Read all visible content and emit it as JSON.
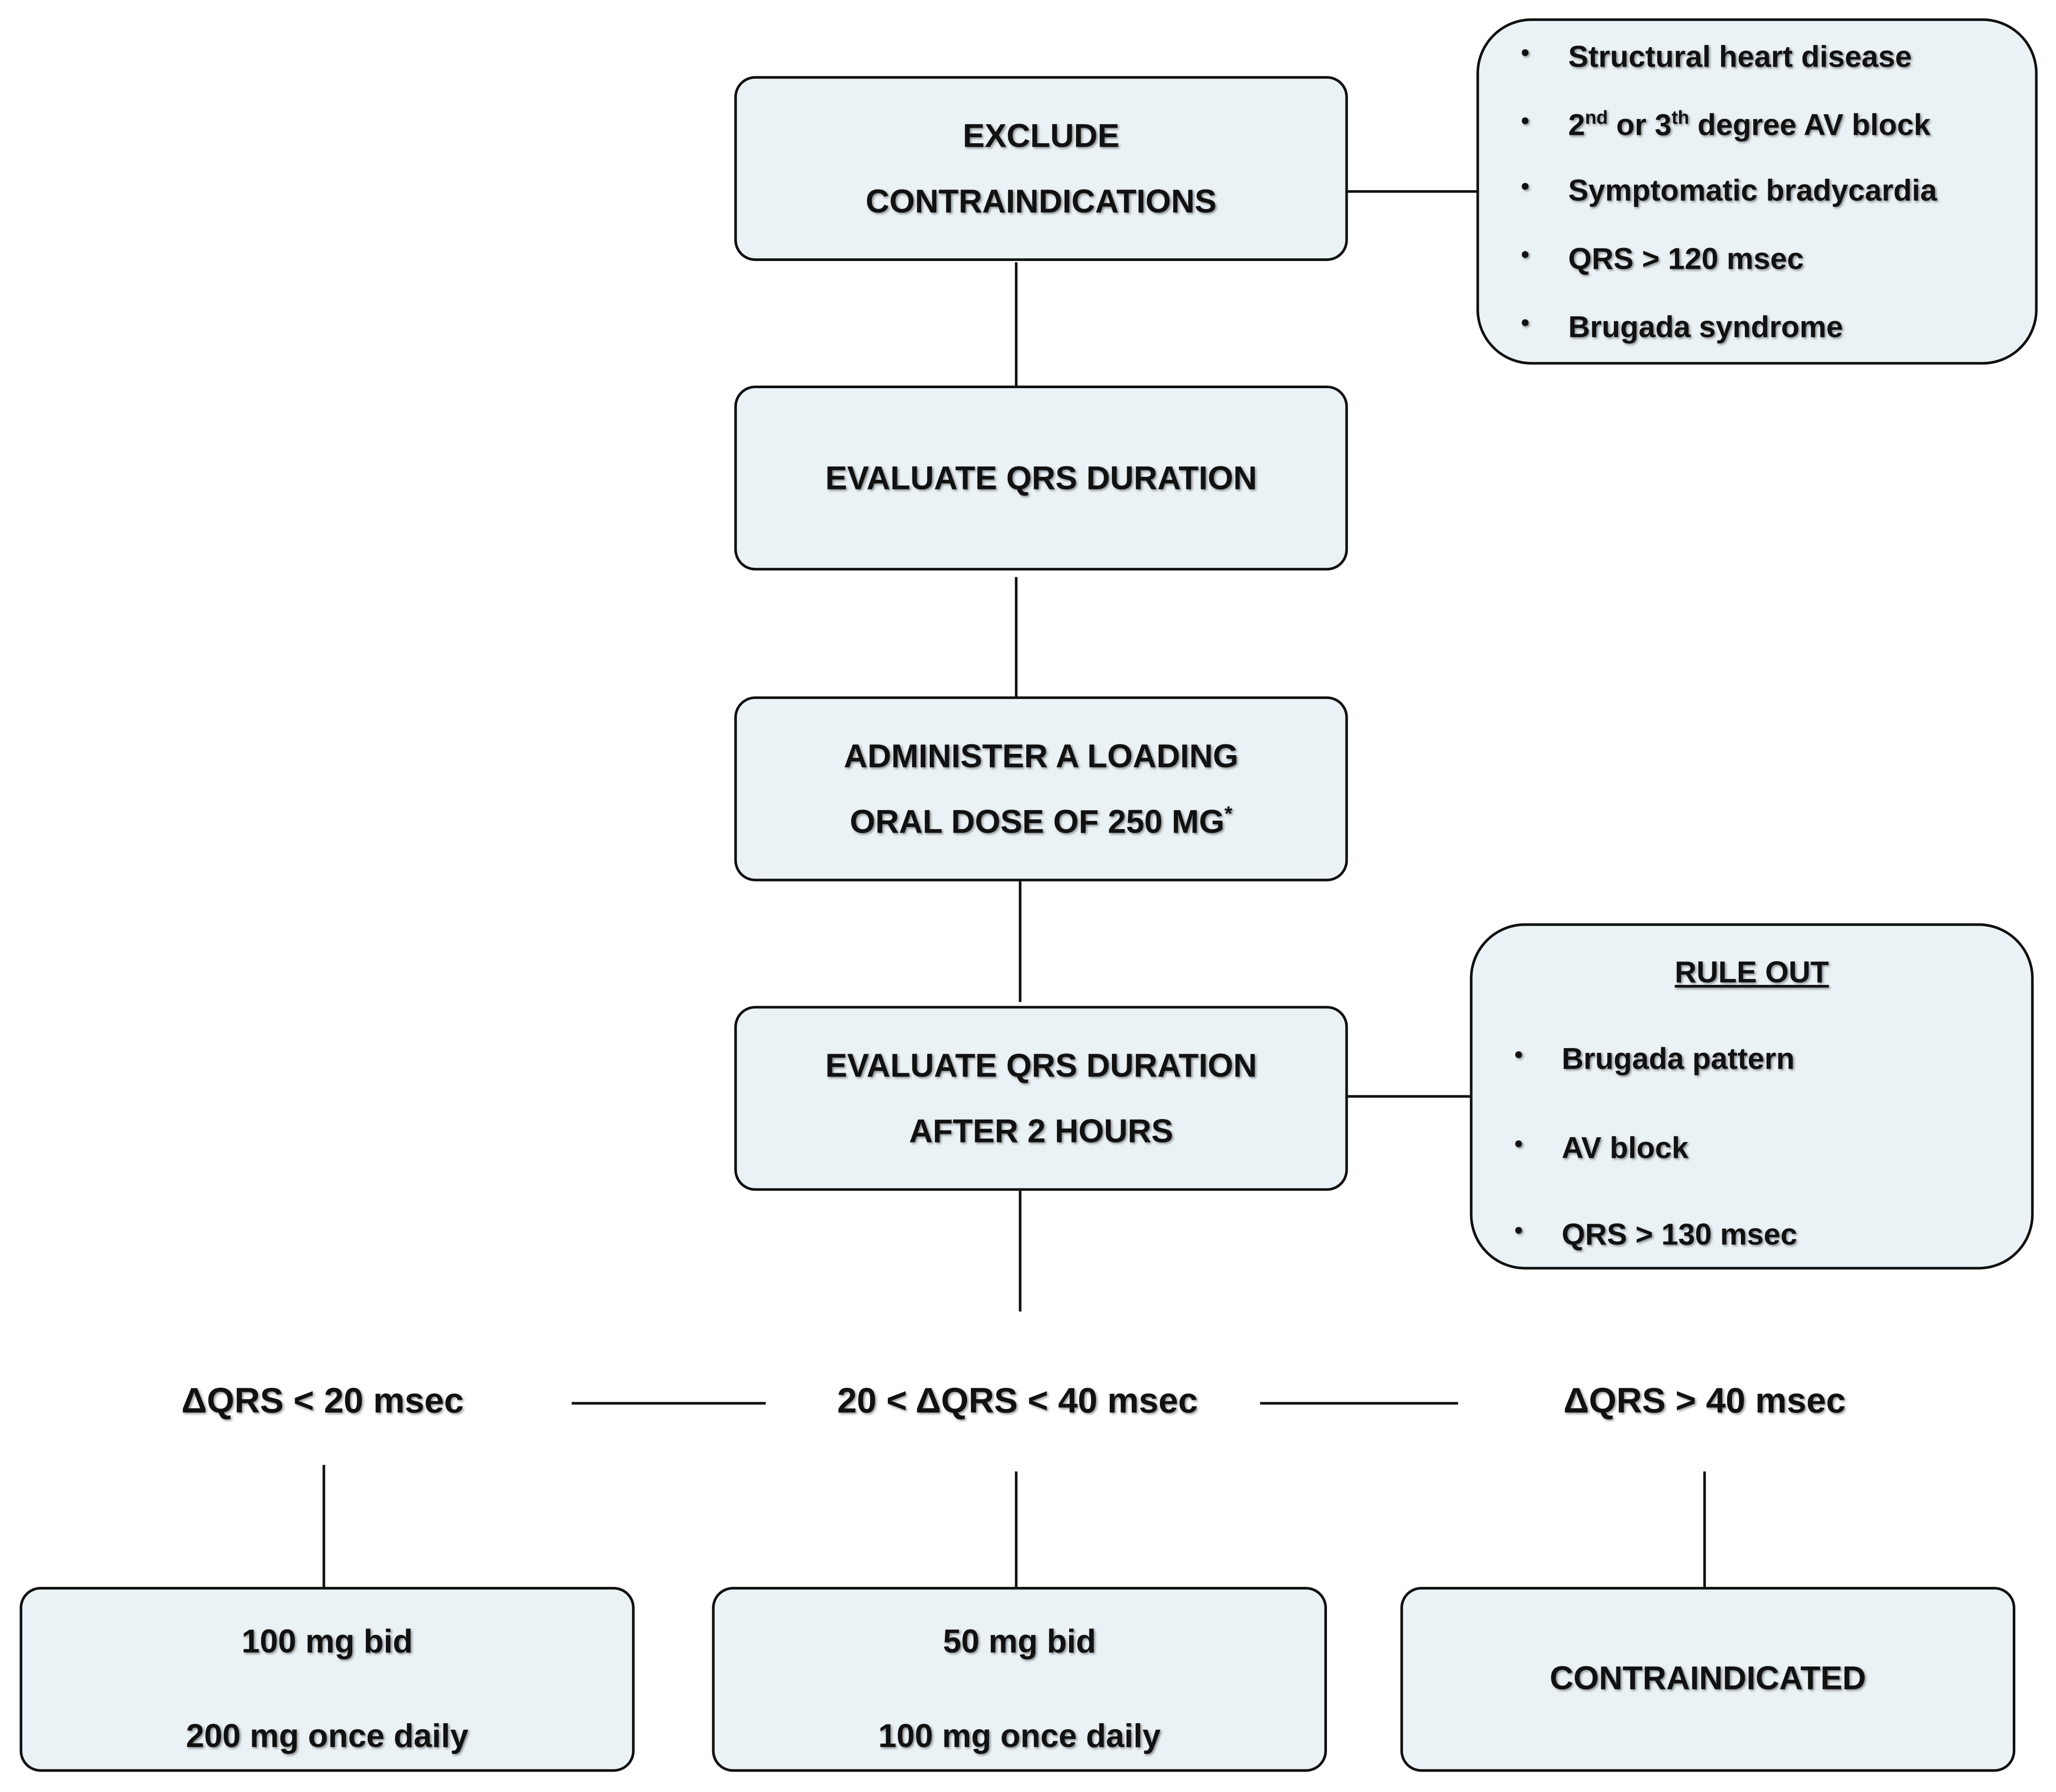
{
  "steps": {
    "exclude_line1": "EXCLUDE",
    "exclude_line2": "CONTRAINDICATIONS",
    "evaluate_qrs": "EVALUATE QRS DURATION",
    "loading_line1": "ADMINISTER A LOADING",
    "loading_line2": "ORAL DOSE OF 250 MG",
    "loading_mark": "*",
    "evaluate2_line1": "EVALUATE QRS DURATION",
    "evaluate2_line2": "AFTER 2 HOURS"
  },
  "contraindications": {
    "item1": "Structural heart disease",
    "item2_a": "2",
    "item2_sup1": "nd",
    "item2_b": " or 3",
    "item2_sup2": "th",
    "item2_c": " degree AV block",
    "item3": "Symptomatic bradycardia",
    "item4": "QRS > 120 msec",
    "item5": "Brugada  syndrome"
  },
  "rule_out": {
    "title": "RULE  OUT",
    "items": [
      "Brugada  pattern",
      "AV block",
      "QRS > 130 msec"
    ]
  },
  "branches": {
    "left": "ΔQRS < 20 msec",
    "middle": "20 < ΔQRS < 40 msec",
    "right": "ΔQRS > 40 msec"
  },
  "outcomes": {
    "left_line1": "100 mg bid",
    "left_line2": "200 mg once daily",
    "middle_line1": "50 mg bid",
    "middle_line2": "100 mg once daily",
    "right": "CONTRAINDICATED"
  }
}
